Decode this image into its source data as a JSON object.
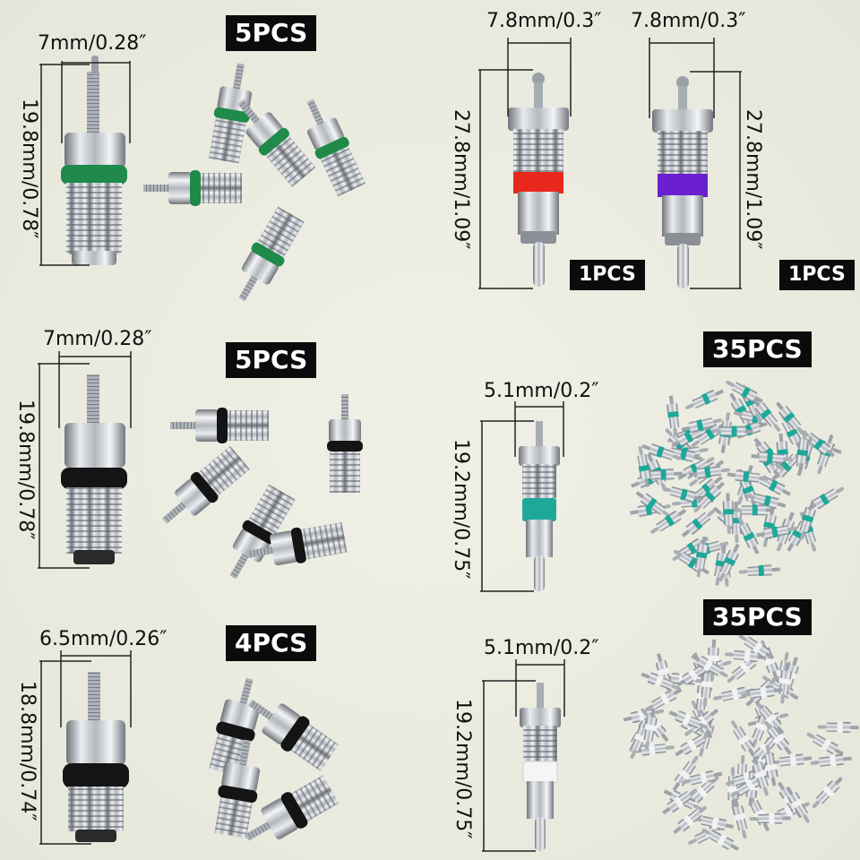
{
  "badges": {
    "p1": "5PCS",
    "p2": "1PCS",
    "p3": "1PCS",
    "p4": "5PCS",
    "p5": "35PCS",
    "p6": "4PCS",
    "p7": "35PCS"
  },
  "dimensions": {
    "p1_width": "7mm/0.28″",
    "p1_height": "19.8mm/0.78″",
    "p2_width": "7.8mm/0.3″",
    "p2_height": "27.8mm/1.09″",
    "p3_width": "7.8mm/0.3″",
    "p3_height": "27.8mm/1.09″",
    "p4_width": "7mm/0.28″",
    "p4_height": "19.8mm/0.78″",
    "p5_width": "5.1mm/0.2″",
    "p5_height": "19.2mm/0.75″",
    "p6_width": "6.5mm/0.26″",
    "p6_height": "18.8mm/0.74″",
    "p7_width": "5.1mm/0.2″",
    "p7_height": "19.2mm/0.75″"
  },
  "colors": {
    "seal_green": "#1f8a4a",
    "seal_red": "#e8281c",
    "seal_purple": "#6a1fd0",
    "seal_teal": "#1ea89a",
    "seal_white": "#f5f5f5",
    "seal_black": "#141414",
    "badge_bg": "#0b0b0b",
    "metal": "#b8bcc2"
  }
}
